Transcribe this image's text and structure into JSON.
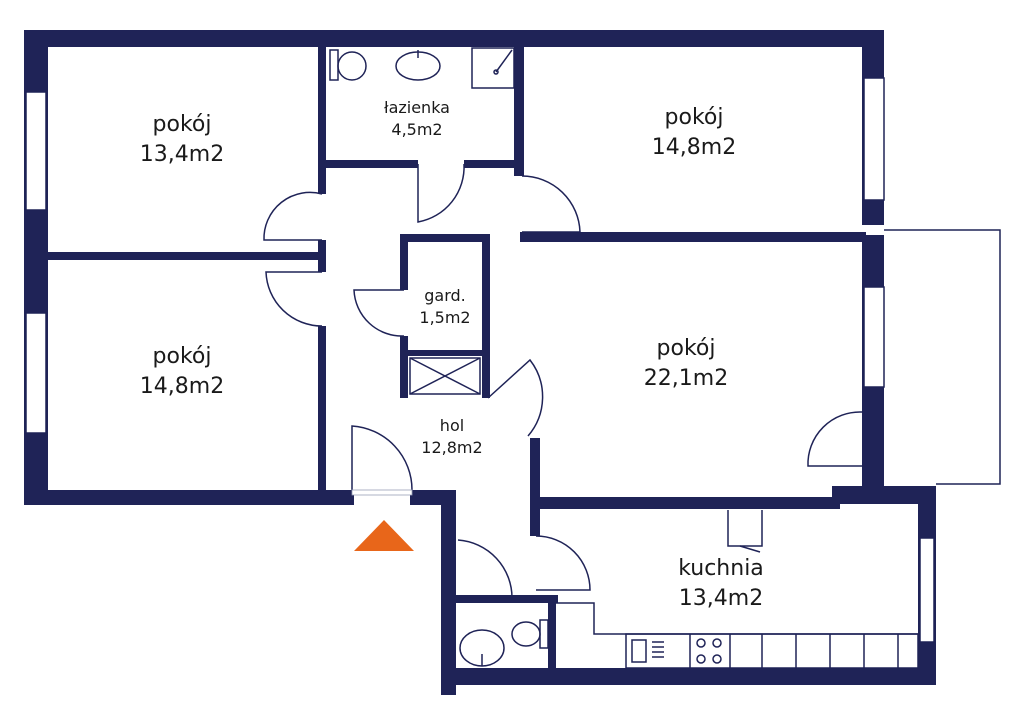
{
  "colors": {
    "wall": "#1f2357",
    "entrance": "#e8661a",
    "fixture": "#1f2357",
    "background": "#ffffff"
  },
  "rooms": [
    {
      "id": "pokoj-1",
      "name": "pokój",
      "area": "13,4m2"
    },
    {
      "id": "lazienka",
      "name": "łazienka",
      "area": "4,5m2"
    },
    {
      "id": "pokoj-2",
      "name": "pokój",
      "area": "14,8m2"
    },
    {
      "id": "pokoj-3",
      "name": "pokój",
      "area": "14,8m2"
    },
    {
      "id": "garderoba",
      "name": "gard.",
      "area": "1,5m2"
    },
    {
      "id": "pokoj-4",
      "name": "pokój",
      "area": "22,1m2"
    },
    {
      "id": "hol",
      "name": "hol",
      "area": "12,8m2"
    },
    {
      "id": "kuchnia",
      "name": "kuchnia",
      "area": "13,4m2"
    }
  ],
  "icons": [
    "entrance-arrow-icon",
    "toilet-icon",
    "washbasin-icon",
    "shower-icon",
    "stove-icon",
    "sink-icon"
  ]
}
